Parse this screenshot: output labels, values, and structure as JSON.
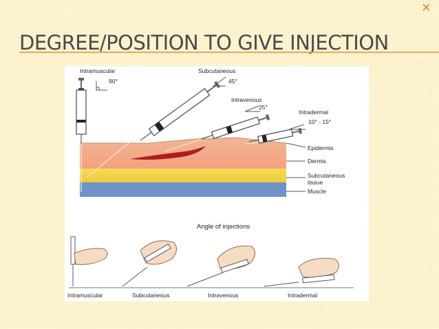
{
  "slide": {
    "close_mark": "×",
    "title": "DEGREE/POSITION TO GIVE INJECTION"
  },
  "figure": {
    "top_labels": {
      "intramuscular": "Intramuscular",
      "intramuscular_angle": "90°",
      "subcutaneous": "Subcutaneous",
      "subcutaneous_angle": "45°",
      "intravenous": "Intravenous",
      "intravenous_angle": "25°",
      "intradermal": "Intradermal",
      "intradermal_angle": "10° - 15°"
    },
    "layers": {
      "epidermis": "Epidermis",
      "dermis": "Dermis",
      "subcutaneous_line1": "Subcutaneous",
      "subcutaneous_line2": "tissue",
      "muscle": "Muscle"
    },
    "caption": "Angle of injections",
    "bottom_labels": {
      "intramuscular": "Intramuscular",
      "subcutaneous": "Subcutaneous",
      "intravenous": "Intravenous",
      "intradermal": "Intradermal"
    }
  },
  "colors": {
    "background": "#fbf0c4",
    "accent_rule": "#e8a55a",
    "title_text": "#4a4a4a",
    "dermis": "#f3a98a",
    "subcutaneous_tissue": "#f3d64a",
    "muscle": "#6f92c9",
    "vein": "#b01c22"
  }
}
